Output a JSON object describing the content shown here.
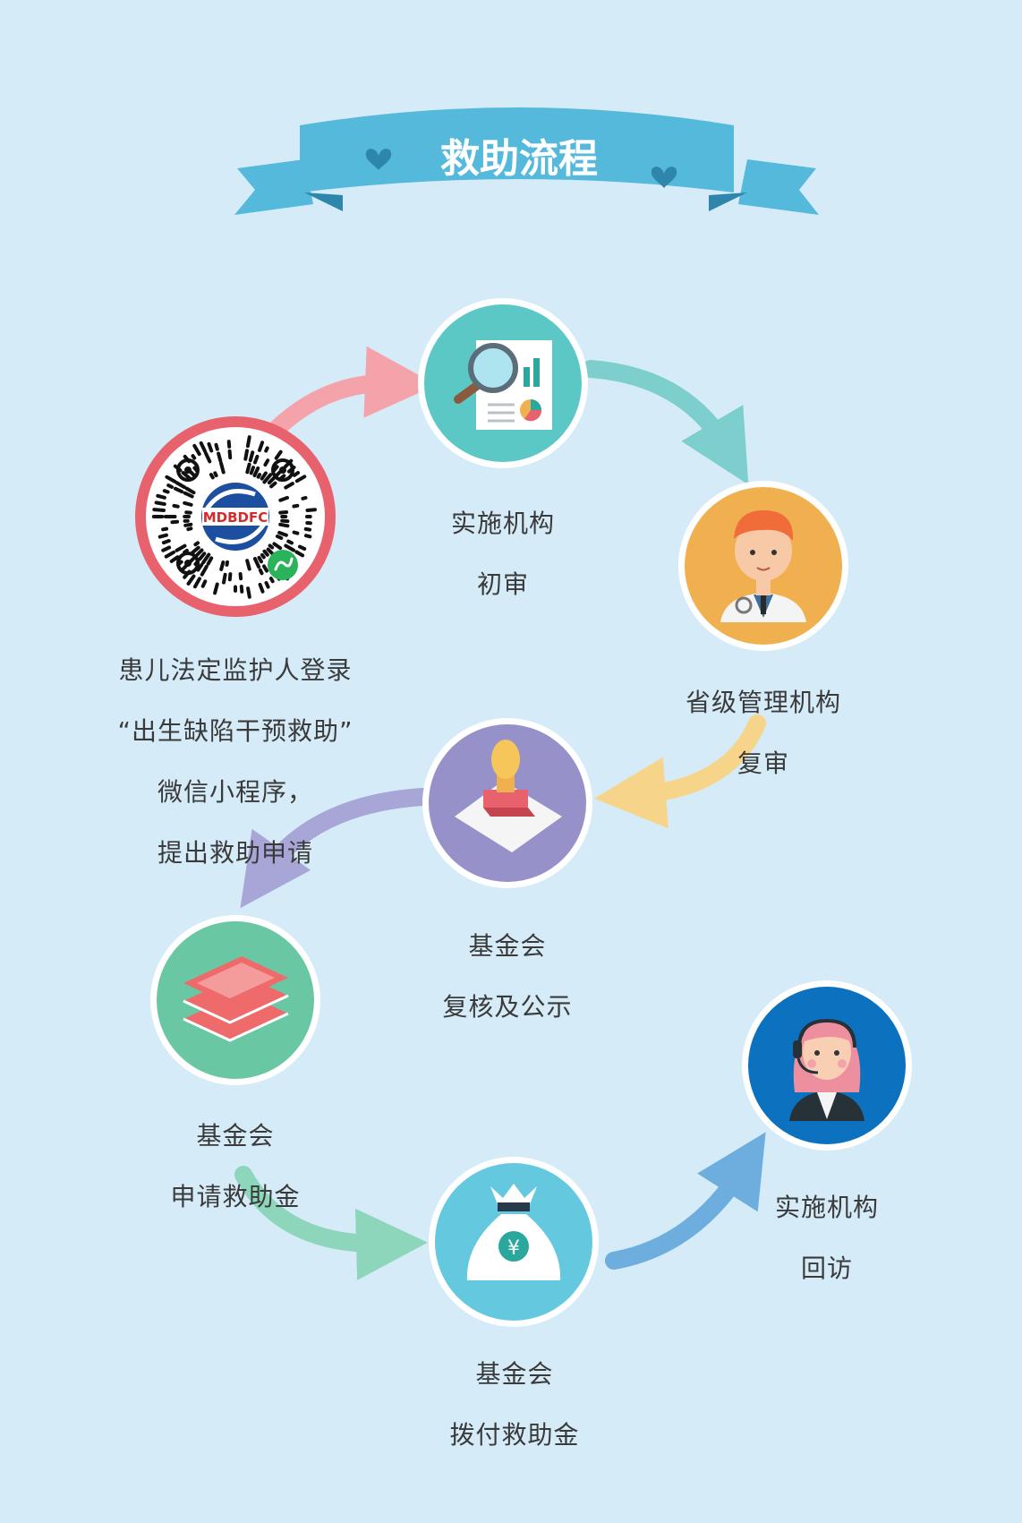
{
  "title": "救助流程",
  "steps": [
    {
      "id": "qr",
      "lines": [
        "患儿法定监护人登录",
        "“出生缺陷干预救助”",
        "微信小程序，",
        "提出救助申请"
      ],
      "logo_text": "MDBDFC",
      "icon": "qr-code-icon"
    },
    {
      "id": "initial-review",
      "lines": [
        "实施机构",
        "初审"
      ],
      "icon": "magnifier-report-icon"
    },
    {
      "id": "provincial-review",
      "lines": [
        "省级管理机构",
        "复审"
      ],
      "icon": "doctor-icon"
    },
    {
      "id": "foundation-check",
      "lines": [
        "基金会",
        "复核及公示"
      ],
      "icon": "stamp-icon"
    },
    {
      "id": "apply-fund",
      "lines": [
        "基金会",
        "申请救助金"
      ],
      "icon": "money-stack-icon"
    },
    {
      "id": "disburse",
      "lines": [
        "基金会",
        "拨付救助金"
      ],
      "icon": "money-bag-icon",
      "currency": "¥"
    },
    {
      "id": "followup",
      "lines": [
        "实施机构",
        "回访"
      ],
      "icon": "customer-service-icon"
    }
  ],
  "colors": {
    "background": "#d5ebf8",
    "ribbon": "#55b9dc",
    "qr_ring": "#e8626e",
    "step1": "#5bc8c6",
    "step2": "#f1b04f",
    "step3": "#9691c8",
    "step4": "#69c7a4",
    "step5": "#64c9df",
    "step6": "#0c72bf",
    "arrow1": "#f5a3ab",
    "arrow2": "#7dcfcd",
    "arrow3": "#f6d58b",
    "arrow4": "#a8a6d6",
    "arrow5": "#8dd6bb",
    "arrow6": "#6daedf"
  }
}
